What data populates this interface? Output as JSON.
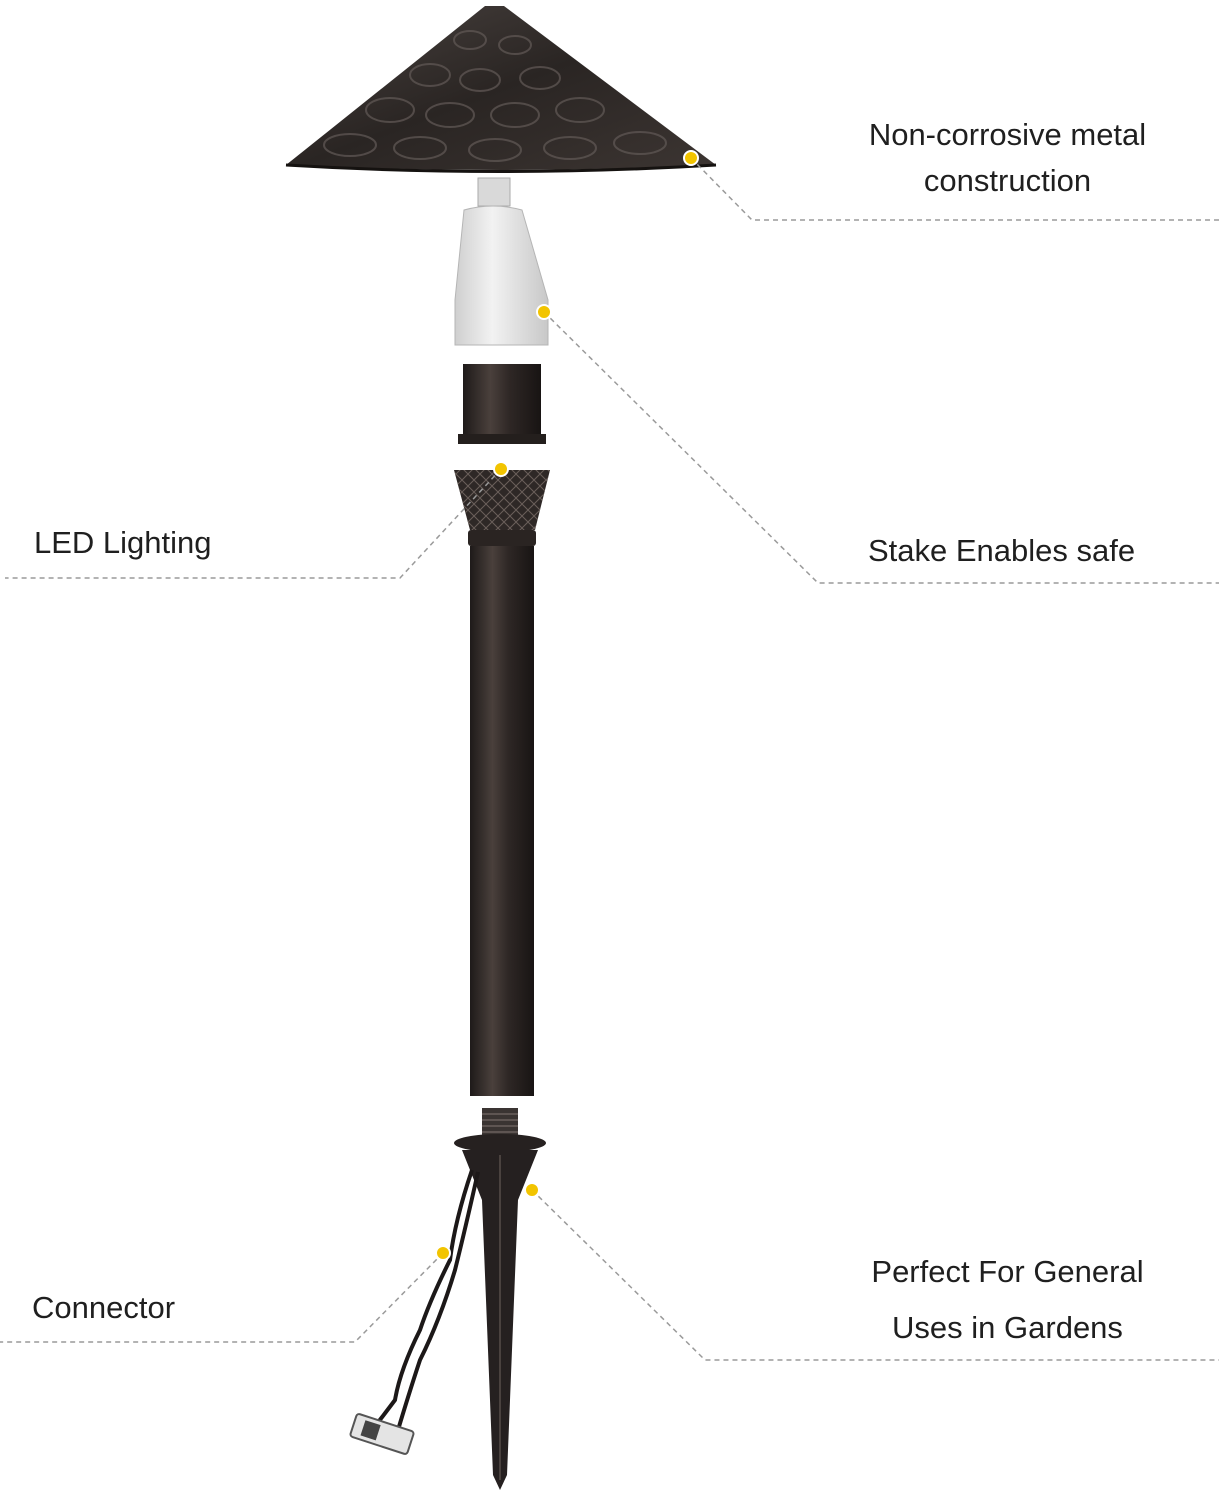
{
  "callouts": {
    "top_right": {
      "line1": "Non-corrosive metal",
      "line2": "construction"
    },
    "mid_right": {
      "text": "Stake Enables safe"
    },
    "mid_left": {
      "text": "LED Lighting"
    },
    "bottom_left": {
      "text": "Connector"
    },
    "bottom_right": {
      "line1": "Perfect For General",
      "line2": "Uses in Gardens"
    }
  },
  "colors": {
    "marker": "#f2c400",
    "leader_line": "#9a9a9a",
    "metal": "#2b2624"
  }
}
